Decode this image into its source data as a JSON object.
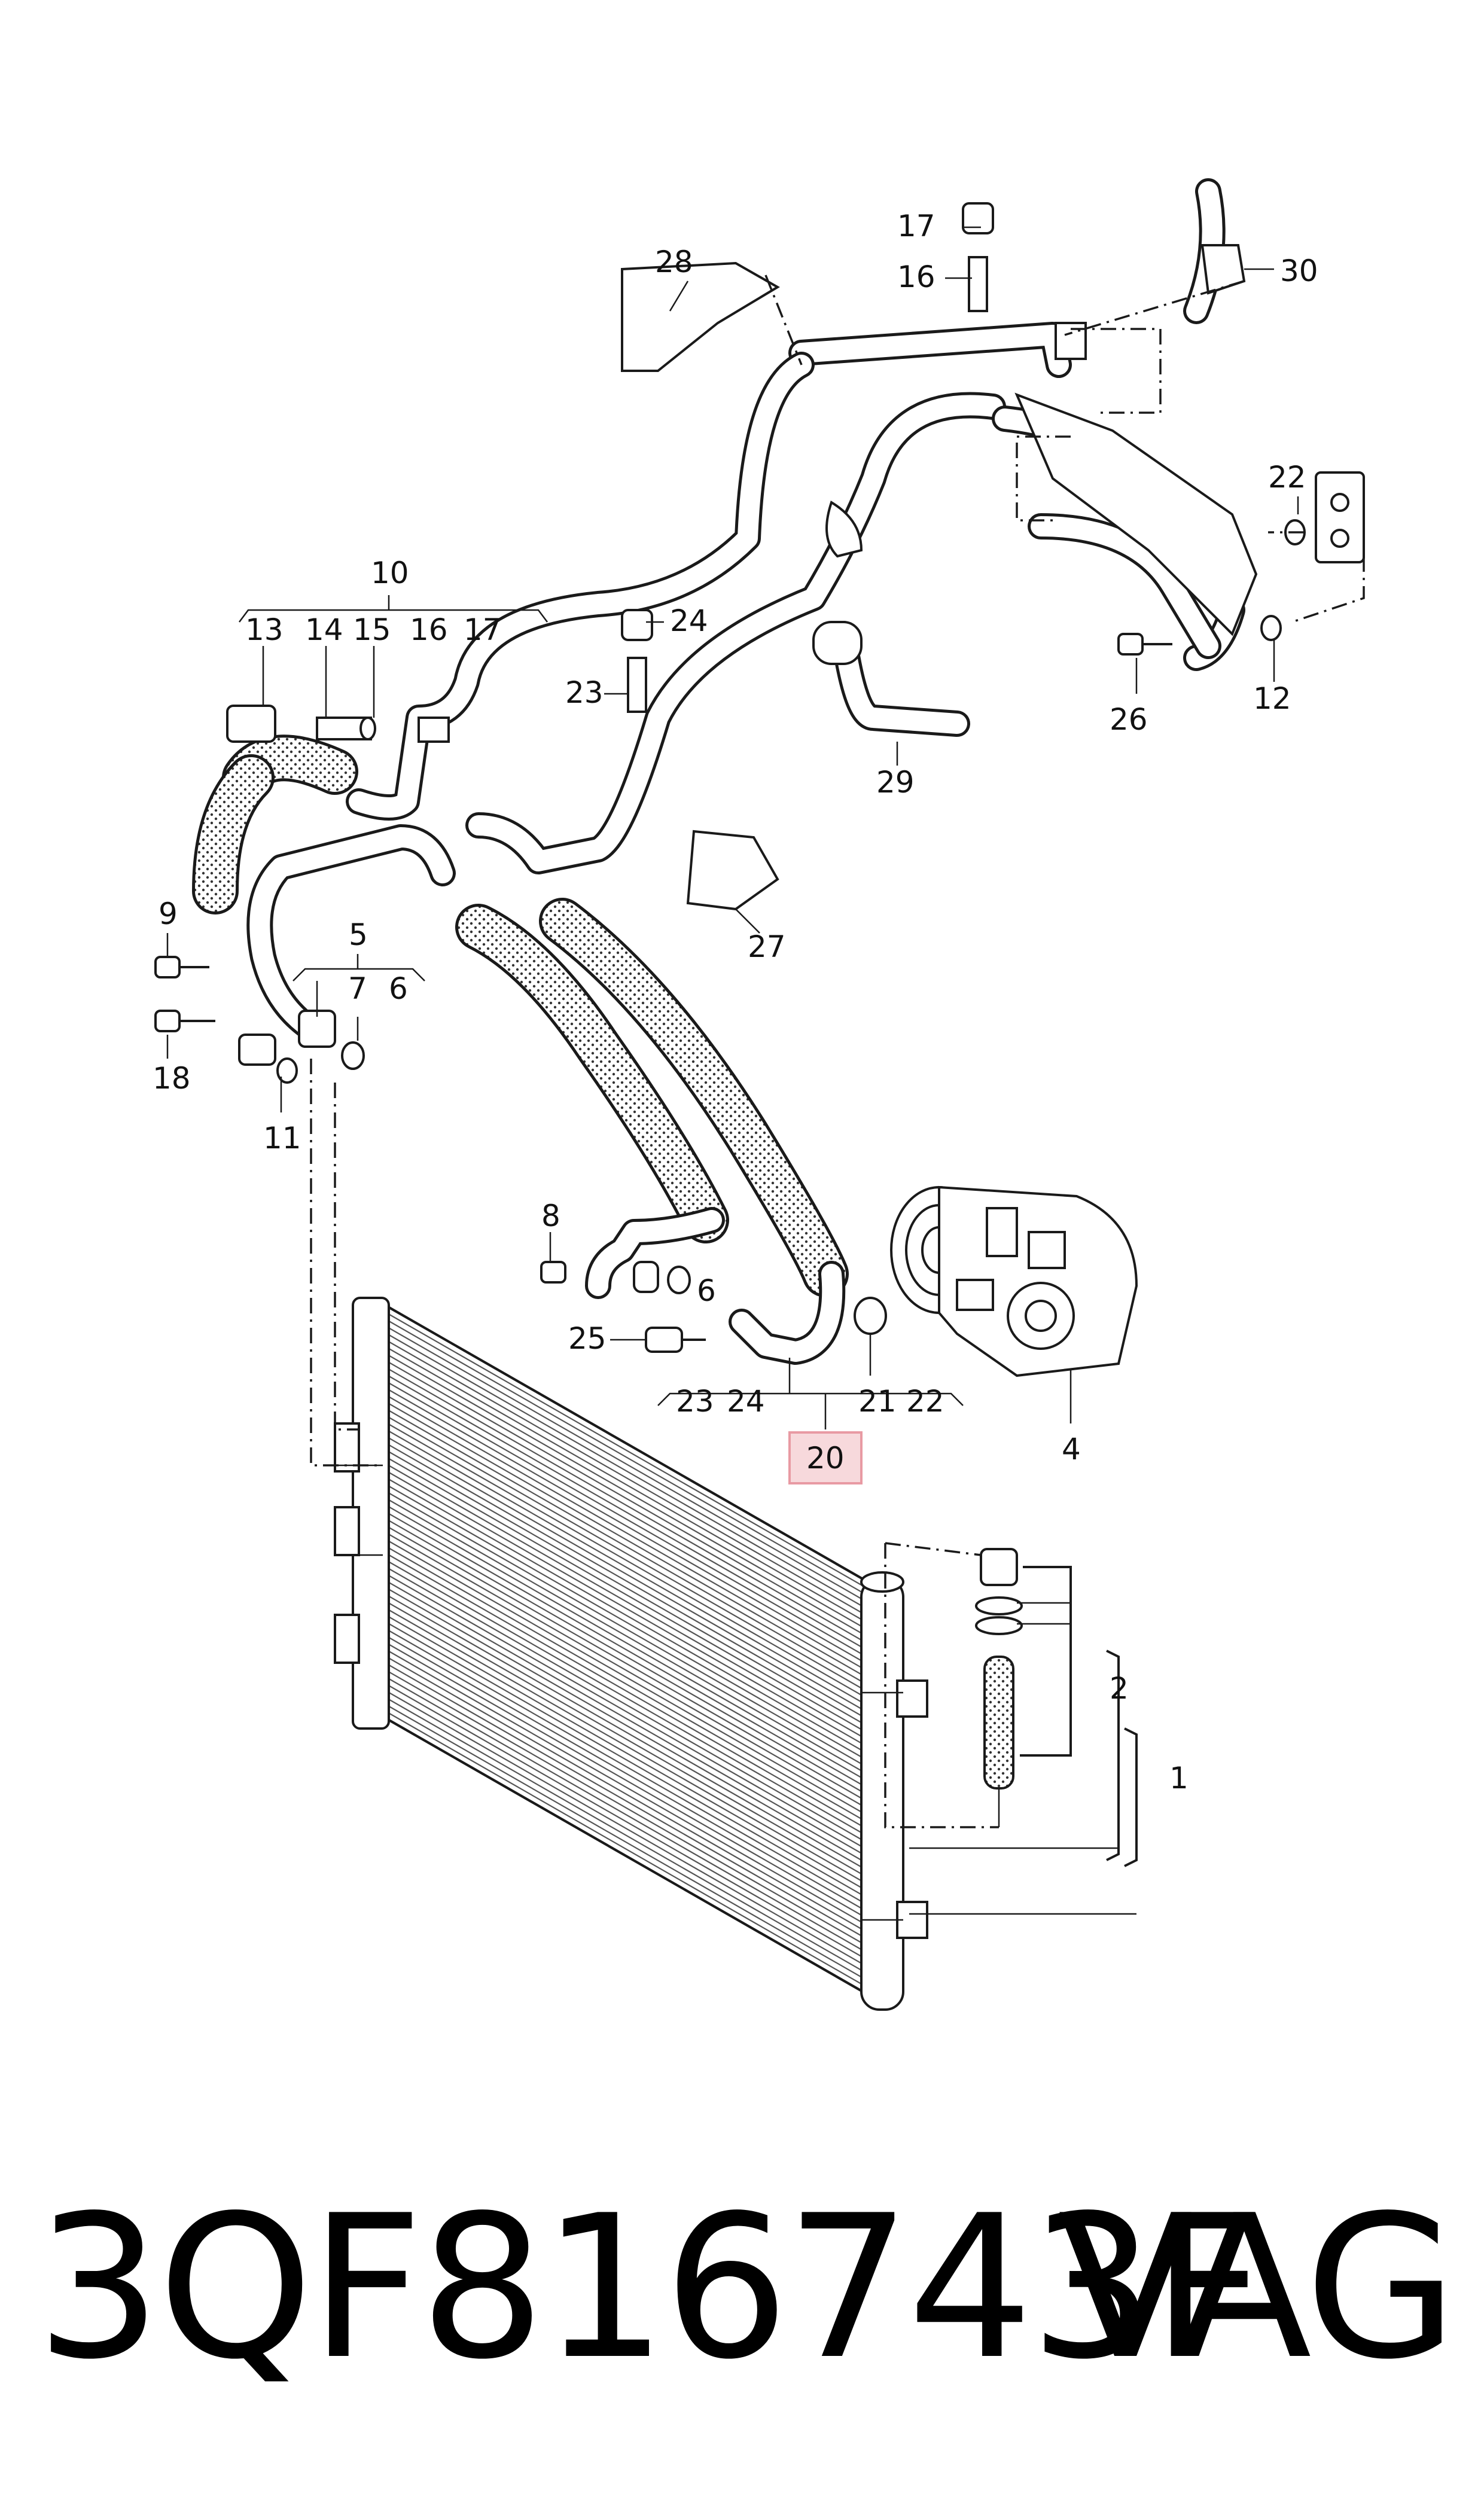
{
  "diagram": {
    "callouts": [
      "1",
      "2",
      "4",
      "5",
      "6",
      "6",
      "7",
      "8",
      "9",
      "10",
      "11",
      "12",
      "13",
      "14",
      "15",
      "16",
      "16",
      "17",
      "17",
      "18",
      "20",
      "21",
      "22",
      "22",
      "23",
      "23",
      "24",
      "24",
      "25",
      "26",
      "27",
      "28",
      "29",
      "30"
    ],
    "highlight_color": "#f7d9dc",
    "highlight_border": "#e89aa3"
  },
  "footer": {
    "part_number": "3QF816743F",
    "brand": "VAG"
  }
}
